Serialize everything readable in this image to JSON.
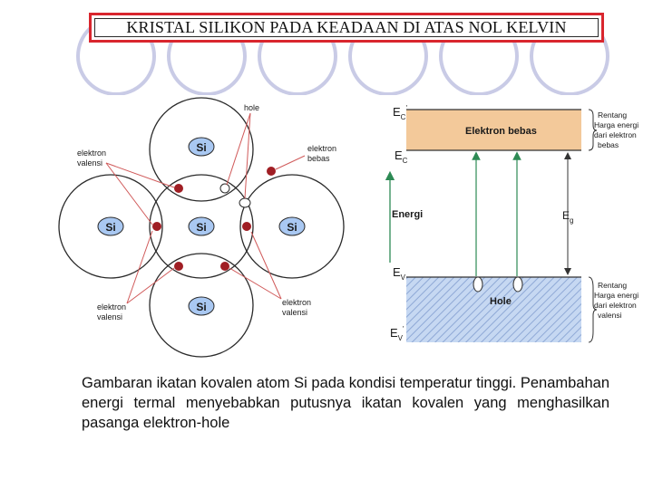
{
  "title": "KRISTAL SILIKON PADA KEADAAN DI ATAS NOL KELVIN",
  "lattice": {
    "atom_label": "Si",
    "label_hole": "hole",
    "label_elektron_bebas_1": "elektron",
    "label_elektron_bebas_2": "bebas",
    "label_valensi_1": "elektron",
    "label_valensi_2": "valensi"
  },
  "band": {
    "ec_prime": "E",
    "ec_prime_sub": "C",
    "ec": "E",
    "ec_sub": "C",
    "ev": "E",
    "ev_sub": "V",
    "ev_prime": "E",
    "ev_prime_sub": "V",
    "energi": "Energi",
    "eg": "E",
    "eg_sub": "g",
    "elektron_bebas": "Elektron bebas",
    "hole": "Hole",
    "rentang_top": [
      "Rentang",
      "Harga energi",
      "dari elektron",
      "bebas"
    ],
    "rentang_bottom": [
      "Rentang",
      "Harga energi",
      "dari elektron",
      "valensi"
    ]
  },
  "caption": "Gambaran ikatan kovalen atom Si pada kondisi temperatur tinggi. Penambahan energi termal menyebabkan putusnya ikatan kovalen yang menghasilkan pasanga elektron-hole",
  "colors": {
    "title_border": "#d9262e",
    "deco_circle": "#c9cbe6",
    "atom_fill": "#a9c8f2",
    "electron": "#a01e24",
    "pointer": "#d05a5a",
    "conduction_band": "#f3c99a",
    "valence_band": "#bfd2f0",
    "arrow": "#2d8a54"
  }
}
